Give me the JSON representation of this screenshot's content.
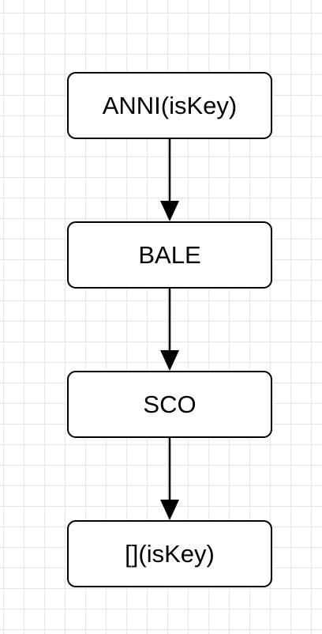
{
  "diagram": {
    "type": "flowchart",
    "direction": "top-to-bottom",
    "nodes": [
      {
        "id": "n1",
        "label": "ANNI(isKey)"
      },
      {
        "id": "n2",
        "label": "BALE"
      },
      {
        "id": "n3",
        "label": "SCO"
      },
      {
        "id": "n4",
        "label": "[](isKey)"
      }
    ],
    "edges": [
      {
        "from": "n1",
        "to": "n2"
      },
      {
        "from": "n2",
        "to": "n3"
      },
      {
        "from": "n3",
        "to": "n4"
      }
    ]
  },
  "colors": {
    "background": "#ffffff",
    "grid": "#e6e6e6",
    "stroke": "#000000"
  }
}
